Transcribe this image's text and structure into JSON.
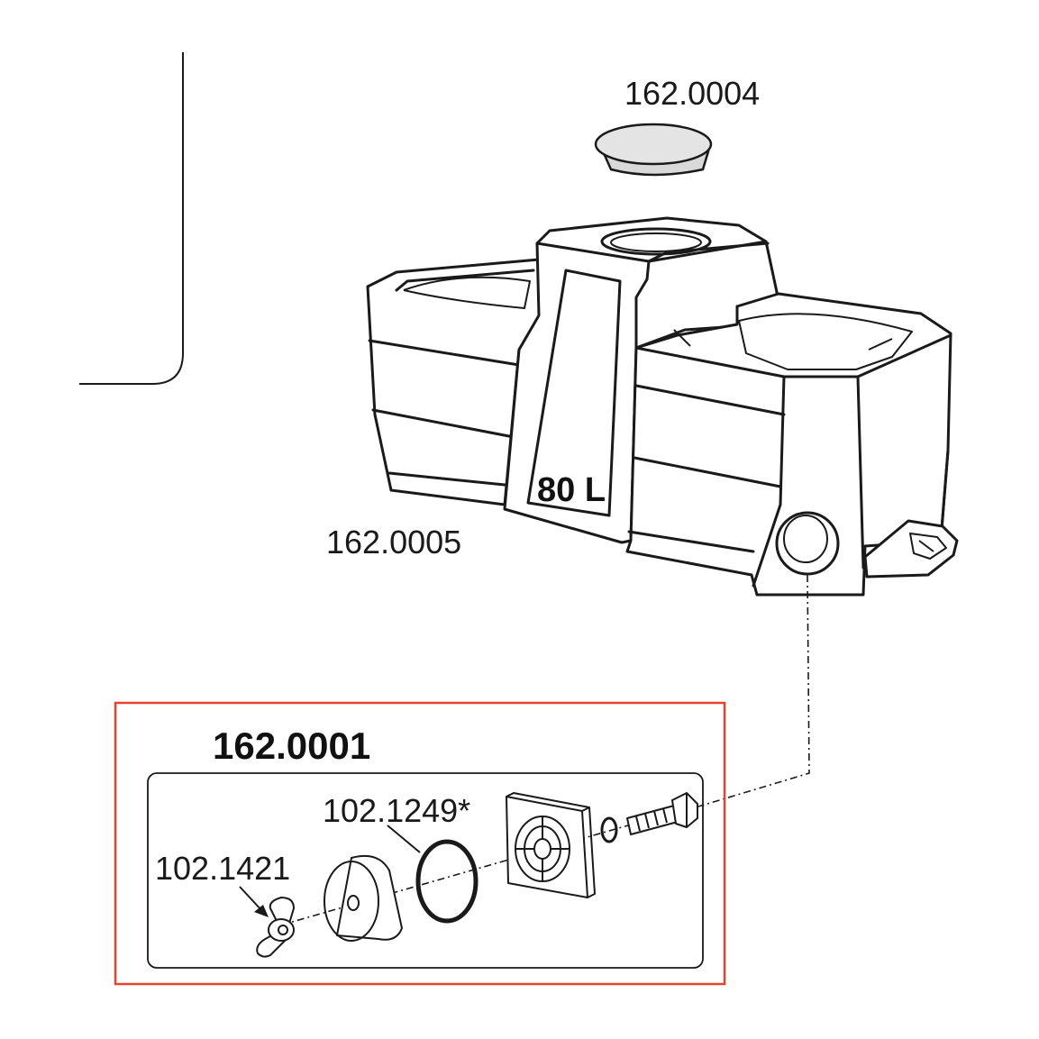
{
  "labels": {
    "lid_part": "162.0004",
    "trough_part": "162.0005",
    "capacity": "80 L",
    "kit_part": "162.0001",
    "oring_part": "102.1249*",
    "wingnut_part": "102.1421"
  },
  "colors": {
    "kit_frame": "#e8412d",
    "line": "#1a1a1a",
    "lid_fill": "#e4e4e4"
  }
}
